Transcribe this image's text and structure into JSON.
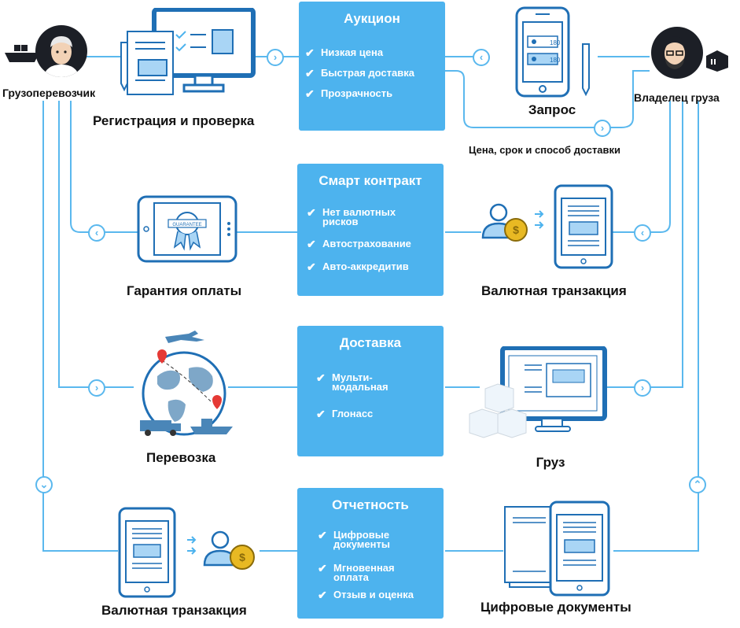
{
  "actors": {
    "carrier": "Грузоперевозчик",
    "owner": "Владелец груза"
  },
  "panels": [
    {
      "title": "Аукцион",
      "items": [
        "Низкая цена",
        "Быстрая доставка",
        "Прозрачность"
      ]
    },
    {
      "title": "Смарт контракт",
      "items": [
        "Нет валютных рисков",
        "Автострахование",
        "Авто-аккредитив"
      ]
    },
    {
      "title": "Доставка",
      "items": [
        "Мульти-модальная",
        "Глонасс"
      ]
    },
    {
      "title": "Отчетность",
      "items": [
        "Цифровые документы",
        "Мгновенная оплата",
        "Отзыв и оценка"
      ]
    }
  ],
  "steps": {
    "registration": "Регистрация и проверка",
    "request": "Запрос",
    "price_note": "Цена, срок и способ доставки",
    "guarantee": "Гарантия оплаты",
    "currency_tx_right": "Валютная транзакция",
    "transport": "Перевозка",
    "cargo": "Груз",
    "currency_tx_left": "Валютная транзакция",
    "digital_docs": "Цифровые документы"
  },
  "icon_texts": {
    "request_field_1": "180",
    "request_field_2": "180",
    "guarantee_badge": "GUARANTEE",
    "coin_symbol": "$"
  },
  "colors": {
    "accent": "#4db3ee",
    "line": "#5ab8ee",
    "icon_stroke": "#1f6fb5",
    "coin": "#e8b923"
  }
}
